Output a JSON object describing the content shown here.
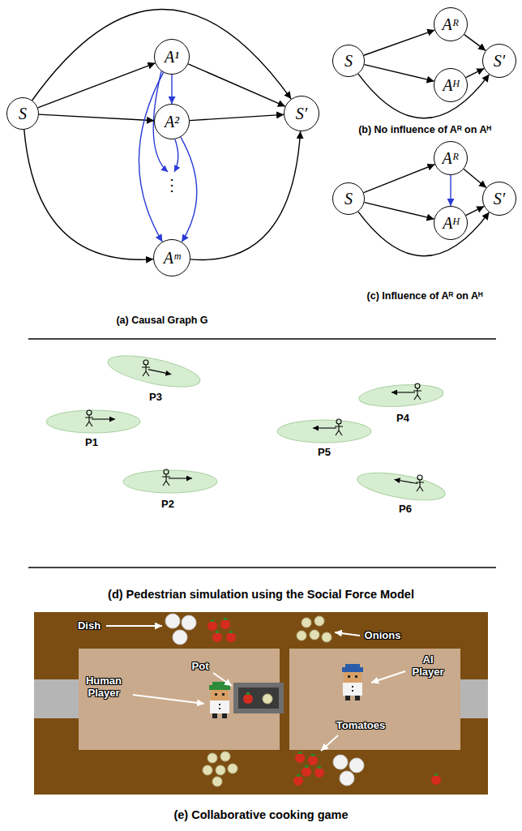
{
  "diagram": {
    "nodes": [
      {
        "text": [
          "S"
        ]
      },
      {
        "text": [
          "A¹"
        ]
      },
      {
        "text": [
          "A²"
        ]
      },
      {
        "text": [
          "Aᵐ"
        ]
      },
      {
        "text": [
          "S′"
        ]
      },
      {
        "text": [
          "S"
        ]
      },
      {
        "text": [
          "Aᴿ"
        ]
      },
      {
        "text": [
          "Aᴴ"
        ]
      },
      {
        "text": [
          "S′"
        ]
      },
      {
        "text": [
          "S"
        ]
      },
      {
        "text": [
          "Aᴿ"
        ]
      },
      {
        "text": [
          "Aᴴ"
        ]
      },
      {
        "text": [
          "S′"
        ]
      }
    ],
    "edges": [
      {
        "from": 0,
        "to": 1,
        "arrow": "to"
      },
      {
        "from": 0,
        "to": 2,
        "arrow": "to"
      },
      {
        "from": 0,
        "to": 3,
        "arrow": "to"
      },
      {
        "from": 0,
        "to": 4,
        "arrow": "to"
      },
      {
        "from": 1,
        "to": 4,
        "arrow": "to"
      },
      {
        "from": 2,
        "to": 4,
        "arrow": "to"
      },
      {
        "from": 3,
        "to": 4,
        "arrow": "to"
      },
      {
        "from": 1,
        "to": 2,
        "arrow": "to"
      },
      {
        "from": 1,
        "to": 3,
        "arrow": "to"
      },
      {
        "from": 2,
        "to": 3,
        "arrow": "to"
      },
      {
        "from": 5,
        "to": 6,
        "arrow": "to"
      },
      {
        "from": 5,
        "to": 7,
        "arrow": "to"
      },
      {
        "from": 6,
        "to": 8,
        "arrow": "to"
      },
      {
        "from": 7,
        "to": 8,
        "arrow": "to"
      },
      {
        "from": 5,
        "to": 8,
        "arrow": "to"
      },
      {
        "from": 9,
        "to": 10,
        "arrow": "to"
      },
      {
        "from": 9,
        "to": 11,
        "arrow": "to"
      },
      {
        "from": 10,
        "to": 12,
        "arrow": "to"
      },
      {
        "from": 11,
        "to": 12,
        "arrow": "to"
      },
      {
        "from": 9,
        "to": 12,
        "arrow": "to"
      },
      {
        "from": 10,
        "to": 11,
        "arrow": "to"
      }
    ],
    "labels": [
      "(a) Causal Graph G",
      "⋮",
      "(b) No influence of Aᴿ on Aᴴ",
      "(c) Influence of Aᴿ on Aᴴ",
      "P3",
      "P4",
      "P1",
      "P5",
      "P2",
      "P6",
      "(d) Pedestrian simulation using the Social Force Model",
      "Dish",
      "Onions",
      "Pot",
      "AI Player",
      "Human Player",
      "Tomatoes",
      "(e) Collaborative cooking game"
    ]
  }
}
